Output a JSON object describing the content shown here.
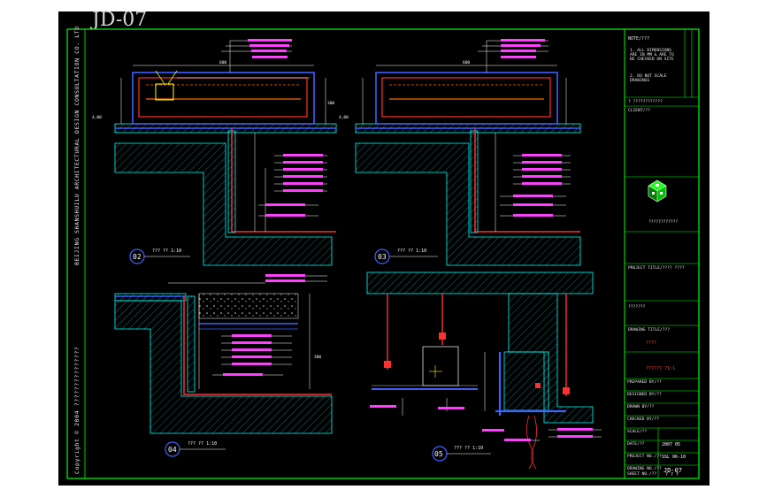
{
  "drawing": {
    "title": "JD-07",
    "firm_vertical": "BEIJING SHANSHUILU ARCHITECTURAL DESIGN CONSULTATION CO. LTD",
    "copyright_vertical": "Copyright © 2004 ???????????????",
    "section_labels": [
      "02",
      "03",
      "04",
      "05"
    ],
    "section_titles": [
      "??? ?? 1:10",
      "??? ?? 1:10",
      "??? ?? 1:10",
      "??? ?? 1:10"
    ],
    "dim_top": "600",
    "dim_side": "300",
    "dim_left": "4,00"
  },
  "title_block": {
    "notes_header": "NOTE/???",
    "notes": [
      "1. ALL DIMENSIONS ARE IN MM & ARE TO BE CHECKED ON SITE",
      "2. DO NOT SCALE DRAWINGS"
    ],
    "drawing_list": "? ????????????",
    "client_header": "CLIENT/??",
    "logo_caption": "????????????",
    "project_header": "PROJECT TITLE/???? ????",
    "project_name": "???????",
    "drawing_title_header": "DRAWING TITLE/???",
    "drawing_name": "????",
    "drawing_subtitle": "?????? ?1:1",
    "fields": [
      {
        "label": "PREPARED BY/??",
        "value": ""
      },
      {
        "label": "DESIGNED BY/??",
        "value": ""
      },
      {
        "label": "DRAWN BY/??",
        "value": ""
      },
      {
        "label": "CHECKED BY/??",
        "value": ""
      },
      {
        "label": "SCALE/??",
        "value": ""
      },
      {
        "label": "DATE/??",
        "value": "2007 05"
      },
      {
        "label": "PROJECT NO./??",
        "value": "SSL 06-10"
      },
      {
        "label": "DRAWING NO./??",
        "value": "JD-07"
      },
      {
        "label": "SHEET NO./??",
        "value": "? ? ?"
      }
    ]
  },
  "colors": {
    "background": "#000000",
    "frame": "#00ff00",
    "wall": "#00ffff",
    "hatch": "#00b4b4",
    "plate": "#ff3030",
    "dim": "#ffffff",
    "slab": "#4060ff",
    "yellow": "#ffff00",
    "magenta": "#ff40ff"
  }
}
